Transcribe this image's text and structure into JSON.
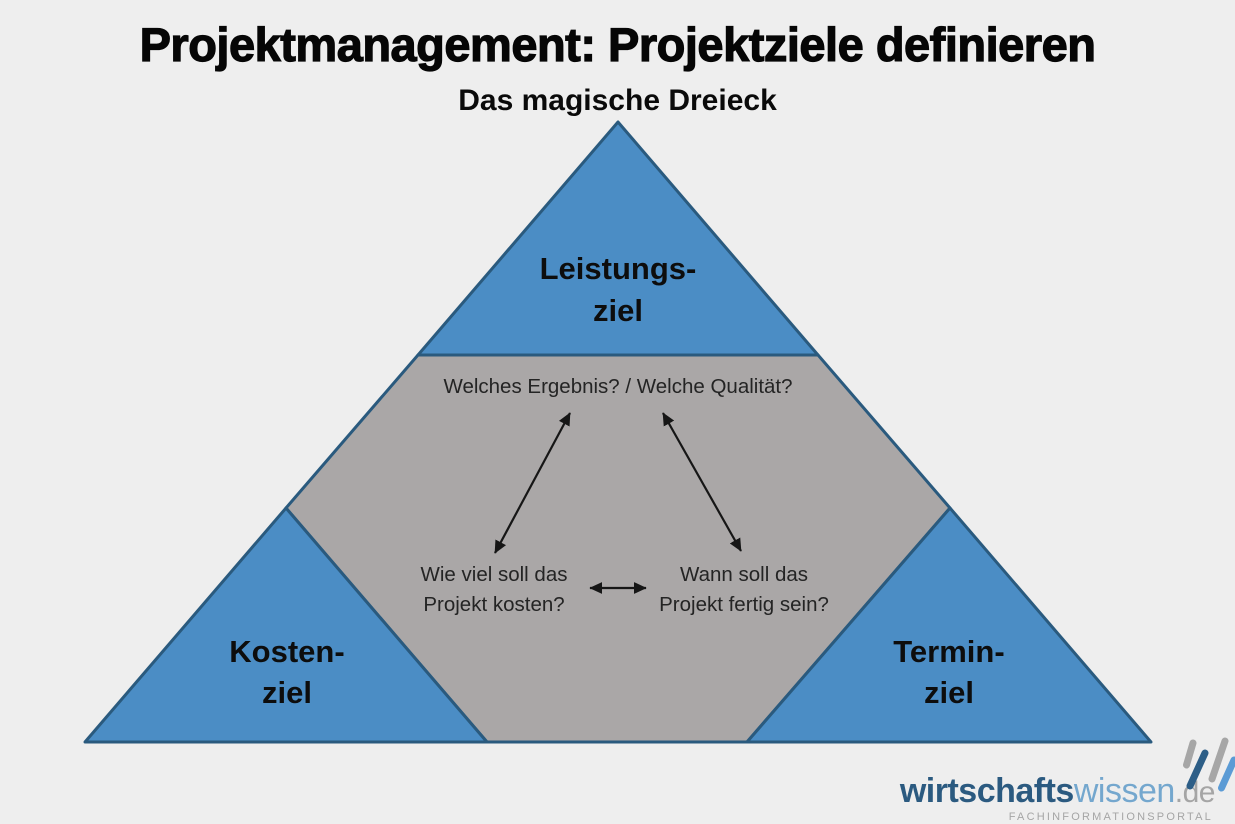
{
  "header": {
    "title": "Projektmanagement: Projektziele definieren",
    "subtitle": "Das magische Dreieck"
  },
  "diagram": {
    "corners": {
      "performance": {
        "line1": "Leistungs-",
        "line2": "ziel"
      },
      "cost": {
        "line1": "Kosten-",
        "line2": "ziel"
      },
      "schedule": {
        "line1": "Termin-",
        "line2": "ziel"
      }
    },
    "questions": {
      "quality": "Welches Ergebnis? / Welche Qualität?",
      "cost": {
        "line1": "Wie viel soll das",
        "line2": "Projekt kosten?"
      },
      "schedule": {
        "line1": "Wann soll das",
        "line2": "Projekt fertig sein?"
      }
    }
  },
  "footer_logo": {
    "brand_part1": "wirtschafts",
    "brand_part2": "wissen",
    "brand_part3": ".de",
    "tagline": "FACHINFORMATIONSPORTAL"
  },
  "colors": {
    "triangle_blue": "#4b8dc5",
    "triangle_border": "#2a5a7e",
    "center_gray": "#aaa7a7",
    "background": "#eeeeee",
    "arrow_black": "#161616",
    "brand_dark_blue": "#2b5a80",
    "brand_light_blue": "#74a7ce",
    "brand_gray": "#a5a5a5"
  }
}
